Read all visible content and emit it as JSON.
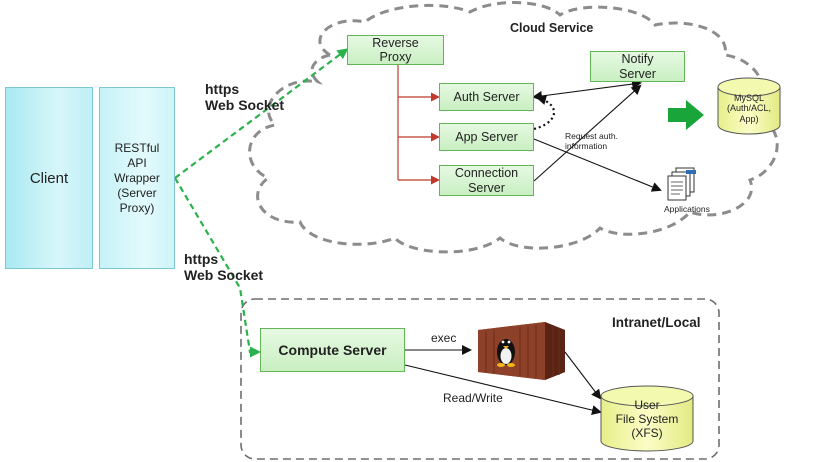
{
  "labels": {
    "cloud_service": "Cloud Service",
    "intranet": "Intranet/Local",
    "https_ws_top_1": "https",
    "https_ws_top_2": "Web Socket",
    "https_ws_bottom_1": "https",
    "https_ws_bottom_2": "Web Socket",
    "request_auth_1": "Request  auth.",
    "request_auth_2": "information",
    "applications": "Applications",
    "exec": "exec",
    "read_write": "Read/Write"
  },
  "nodes": {
    "client": "Client",
    "wrapper_1": "RESTful",
    "wrapper_2": "API",
    "wrapper_3": "Wrapper",
    "wrapper_4": "(Server",
    "wrapper_5": "Proxy)",
    "reverse_proxy_1": "Reverse",
    "reverse_proxy_2": "Proxy",
    "auth_server": "Auth Server",
    "app_server": "App Server",
    "connection_server_1": "Connection",
    "connection_server_2": "Server",
    "notify_server_1": "Notify",
    "notify_server_2": "Server",
    "mysql_1": "MySQL",
    "mysql_2": "(Auth/ACL,",
    "mysql_3": "App)",
    "compute_server": "Compute Server",
    "ufs_1": "User",
    "ufs_2": "File  System",
    "ufs_3": "(XFS)"
  },
  "colors": {
    "green_box_fill": "#d4f2cd",
    "green_box_border": "#63b657",
    "cyan_box": "#c6f2f7",
    "connector_red": "#c0392b",
    "dashed_green": "#2bb24c",
    "cylinder_fill": "#f3f9a8",
    "arrow_green": "#19a53a"
  }
}
